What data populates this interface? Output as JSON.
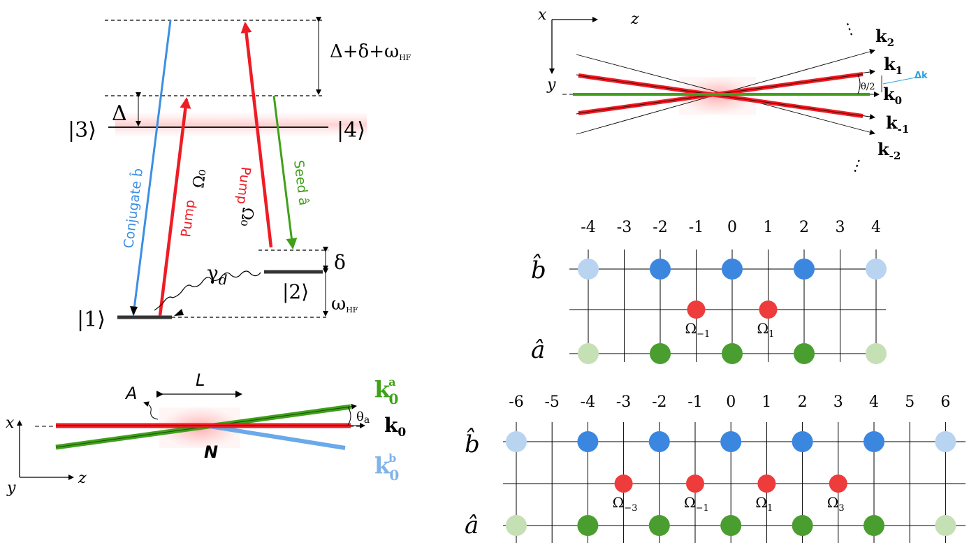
{
  "levels": {
    "ket3": "|3⟩",
    "ket4": "|4⟩",
    "ket1": "|1⟩",
    "ket2": "|2⟩",
    "delta_cap": "Δ",
    "delta_small": "δ",
    "top_detuning": "Δ+δ+ω",
    "top_detuning_sub": "HF",
    "omega_hf": "ω",
    "omega_hf_sub": "HF",
    "gamma": "γ",
    "gamma_sub": "d"
  },
  "beams": {
    "conjugate": "Conjugate b̂",
    "pump_left": "Pump",
    "pump_left_omega": "Ω₀",
    "pump_right": "Pump",
    "pump_right_omega": "Ω₀",
    "seed": "Seed â"
  },
  "geometry_panel": {
    "A": "A",
    "L": "L",
    "N": "N",
    "ka": "k",
    "ka_sub": "0",
    "ka_sup": "a",
    "k0": "k",
    "k0_sub": "0",
    "kb": "k",
    "kb_sub": "0",
    "kb_sup": "b",
    "theta": "θ",
    "theta_sub": "a",
    "axis_x": "x",
    "axis_y": "y",
    "axis_z": "z"
  },
  "fan_panel": {
    "axis_x": "x",
    "axis_y": "y",
    "axis_z": "z",
    "k2": "k",
    "k2_sub": "2",
    "k1": "k",
    "k1_sub": "1",
    "k0": "k",
    "k0_sub": "0",
    "km1": "k",
    "km1_sub": "-1",
    "km2": "k",
    "km2_sub": "-2",
    "half_angle": "θ/2",
    "delta_k": "Δk",
    "dots": "⋮"
  },
  "lattice1": {
    "indices": [
      "-4",
      "-3",
      "-2",
      "-1",
      "0",
      "1",
      "2",
      "3",
      "4"
    ],
    "row_b": "b̂",
    "row_a": "â",
    "omega_labels": [
      {
        "sym": "Ω",
        "sub": "−1"
      },
      {
        "sym": "Ω",
        "sub": "1"
      }
    ]
  },
  "lattice2": {
    "indices": [
      "-6",
      "-5",
      "-4",
      "-3",
      "-2",
      "-1",
      "0",
      "1",
      "2",
      "3",
      "4",
      "5",
      "6"
    ],
    "row_b": "b̂",
    "row_a": "â",
    "omega_labels": [
      {
        "sym": "Ω",
        "sub": "−3"
      },
      {
        "sym": "Ω",
        "sub": "−1"
      },
      {
        "sym": "Ω",
        "sub": "1"
      },
      {
        "sym": "Ω",
        "sub": "3"
      }
    ]
  },
  "colors": {
    "red": "#ee1c24",
    "blue": "#3b8fe3",
    "green": "#3fa11a",
    "blue_light": "#b8d4f0",
    "green_light": "#c5e0b4",
    "lattice_blue": "#3b87e0",
    "lattice_green": "#4a9e2f",
    "lattice_red": "#ee3b3b"
  }
}
